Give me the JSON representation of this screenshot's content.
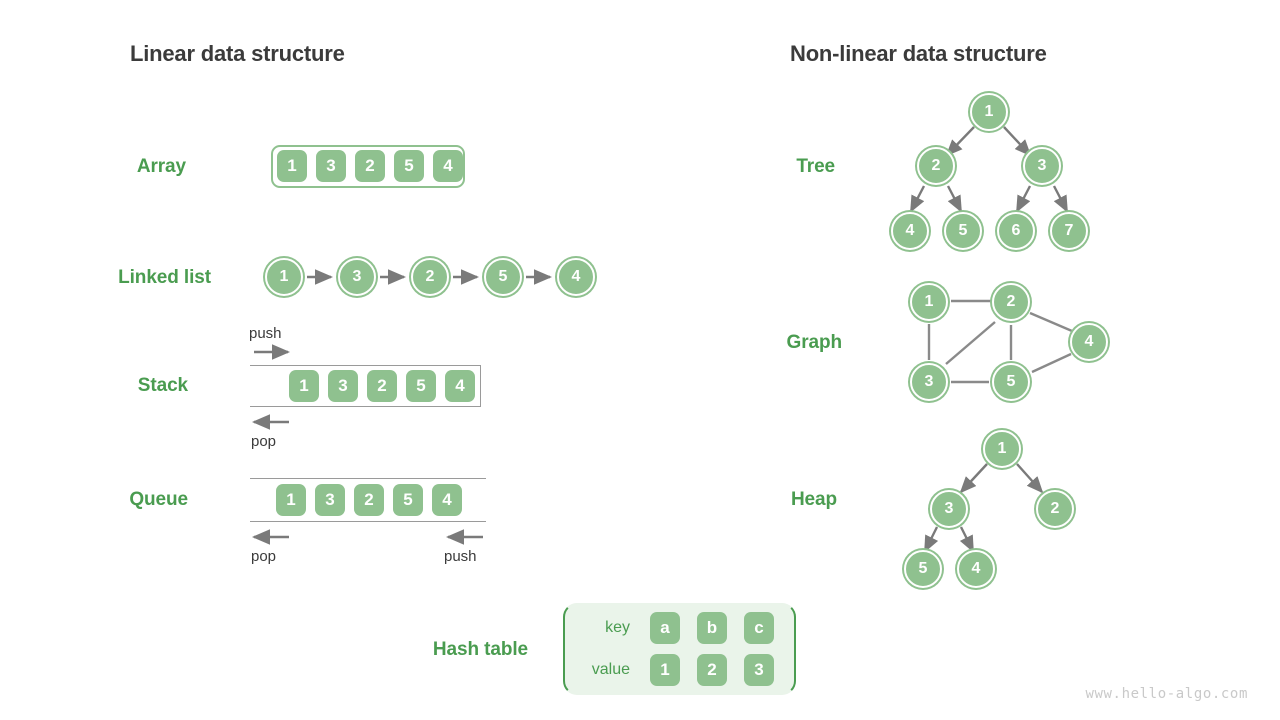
{
  "headings": {
    "linear": "Linear data structure",
    "nonlinear": "Non-linear data structure"
  },
  "colors": {
    "cell_fill": "#8fc18f",
    "label_green": "#4a9c50",
    "panel_fill": "#eaf4ea",
    "arrow_gray": "#7a7a7a",
    "frame_gray": "#9a9a9a",
    "title_gray": "#3b3b3b",
    "watermark_gray": "#c9c9c9",
    "node_text": "#ffffff"
  },
  "linear": {
    "array": {
      "label": "Array",
      "values": [
        "1",
        "3",
        "2",
        "5",
        "4"
      ]
    },
    "linked_list": {
      "label": "Linked list",
      "values": [
        "1",
        "3",
        "2",
        "5",
        "4"
      ]
    },
    "stack": {
      "label": "Stack",
      "values": [
        "1",
        "3",
        "2",
        "5",
        "4"
      ],
      "push_label": "push",
      "pop_label": "pop"
    },
    "queue": {
      "label": "Queue",
      "values": [
        "1",
        "3",
        "2",
        "5",
        "4"
      ],
      "pop_label": "pop",
      "push_label": "push"
    },
    "hash_table": {
      "label": "Hash table",
      "key_label": "key",
      "value_label": "value",
      "keys": [
        "a",
        "b",
        "c"
      ],
      "values": [
        "1",
        "2",
        "3"
      ]
    }
  },
  "nonlinear": {
    "tree": {
      "label": "Tree",
      "nodes": [
        "1",
        "2",
        "3",
        "4",
        "5",
        "6",
        "7"
      ]
    },
    "graph": {
      "label": "Graph",
      "nodes": [
        "1",
        "2",
        "3",
        "4",
        "5"
      ]
    },
    "heap": {
      "label": "Heap",
      "nodes": [
        "1",
        "3",
        "2",
        "5",
        "4"
      ]
    }
  },
  "footer": {
    "watermark": "www.hello-algo.com"
  }
}
